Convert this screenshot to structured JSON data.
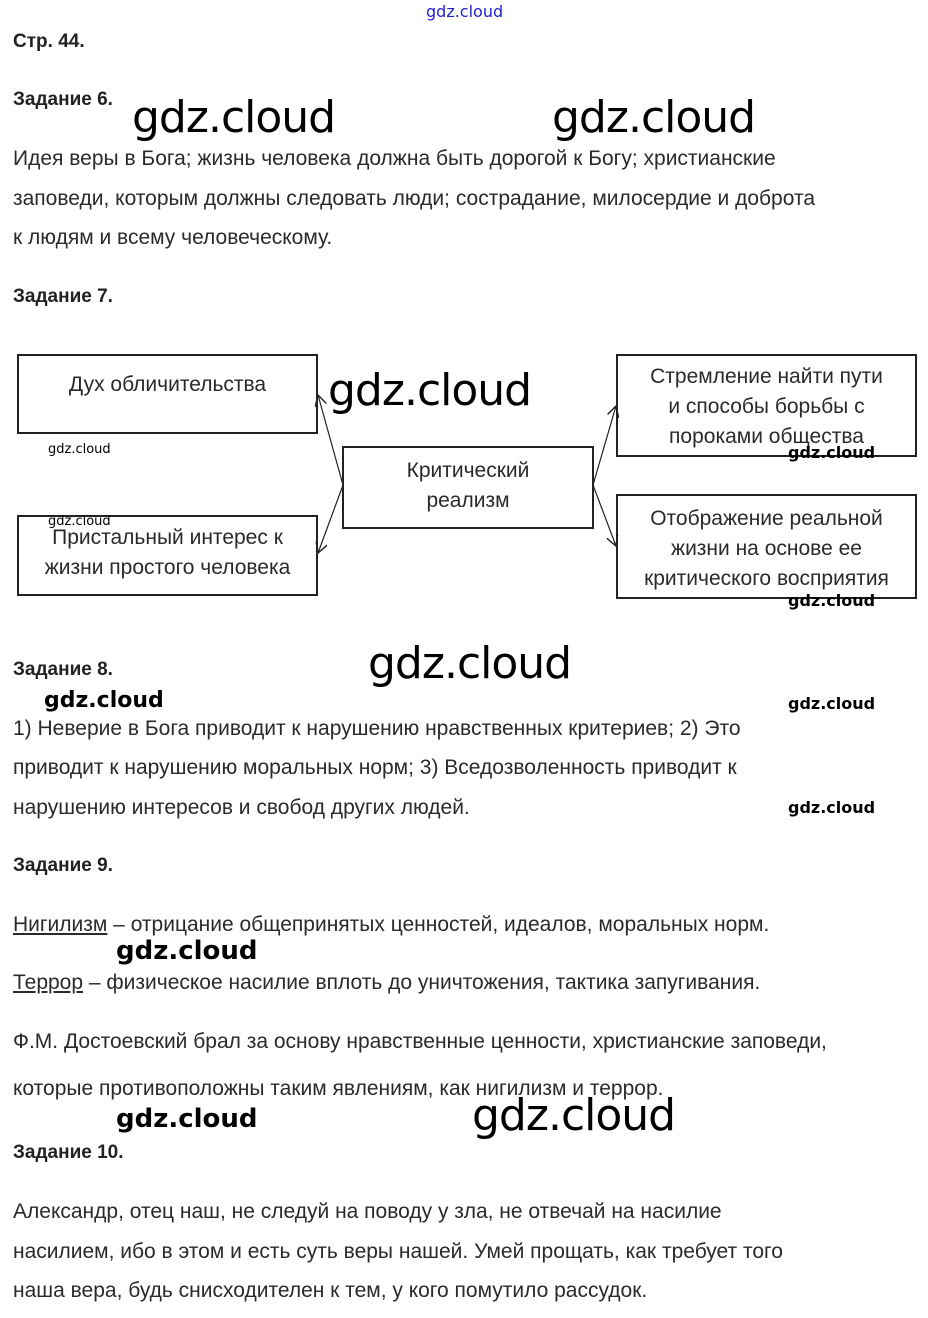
{
  "page_label": "Стр. 44.",
  "tasks": [
    {
      "title": "Задание 6.",
      "lines": [
        "Идея веры в Бога; жизнь человека должна быть дорогой к Богу; христианские",
        "заповеди, которым должны следовать люди; сострадание, милосердие и доброта",
        "к людям и всему человеческому."
      ]
    },
    {
      "title": "Задание 7.",
      "diagram": {
        "center": [
          "Критический",
          "реализм"
        ],
        "left_top": [
          "Дух обличительства"
        ],
        "left_bottom": [
          "Пристальный интерес к",
          "жизни простого человека"
        ],
        "right_top": [
          "Стремление найти пути",
          "и способы борьбы с",
          "пороками общества"
        ],
        "right_bottom": [
          "Отображение реальной",
          "жизни на основе ее",
          "критического восприятия"
        ]
      }
    },
    {
      "title": "Задание 8.",
      "lines": [
        "1) Неверие в Бога приводит к нарушению нравственных критериев; 2) Это",
        "приводит к нарушению моральных норм; 3) Вседозволенность приводит к",
        "нарушению интересов и свобод других людей."
      ]
    },
    {
      "title": "Задание 9.",
      "terms": [
        {
          "term": "Нигилизм",
          "definition": " – отрицание общепринятых ценностей, идеалов, моральных норм."
        },
        {
          "term": "Террор",
          "definition": " – физическое насилие вплоть до уничтожения, тактика запугивания."
        }
      ],
      "lines": [
        "Ф.М. Достоевский брал за основу нравственные ценности, христианские заповеди,",
        "которые противоположны таким явлениям, как нигилизм и террор."
      ]
    },
    {
      "title": "Задание 10.",
      "lines": [
        "Александр, отец наш, не следуй на поводу у зла, не отвечай на насилие",
        "насилием, ибо в этом и есть суть веры нашей. Умей прощать, как требует того",
        "наша вера, будь снисходителен к тем, у кого помутило рассудок."
      ]
    }
  ],
  "watermark": "gdz.cloud"
}
